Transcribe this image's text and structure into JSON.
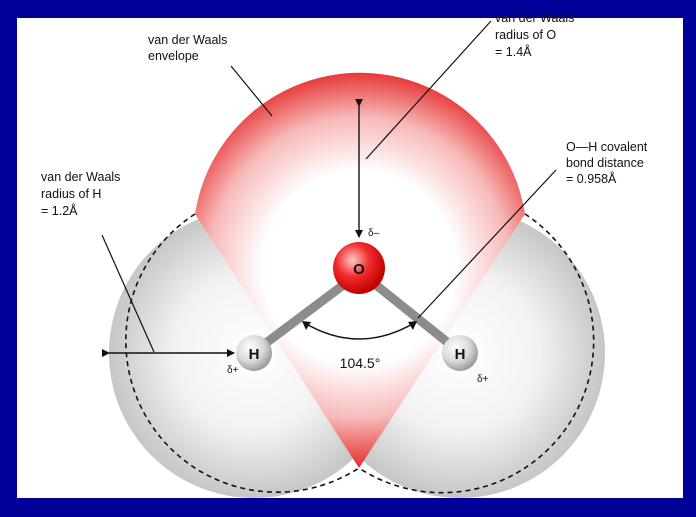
{
  "labels": {
    "envelope": [
      "van der Waals",
      "envelope"
    ],
    "radius_o": [
      "van der Waals",
      "radius of O",
      "= 1.4Å"
    ],
    "bond": [
      "O—H covalent",
      "bond distance",
      "= 0.958Å"
    ],
    "radius_h": [
      "van der Waals",
      "radius of H",
      "= 1.2Å"
    ]
  },
  "atoms": {
    "oxygen": "O",
    "hydrogen_left": "H",
    "hydrogen_right": "H"
  },
  "charges": {
    "oxygen": "δ–",
    "hydrogen_left": "δ+",
    "hydrogen_right": "δ+"
  },
  "angle": "104.5°",
  "colors": {
    "background": "#000099",
    "envelope_red": "#e60000",
    "sphere_gray": "#c8c8c8",
    "bond_gray": "#8c8c8c"
  }
}
